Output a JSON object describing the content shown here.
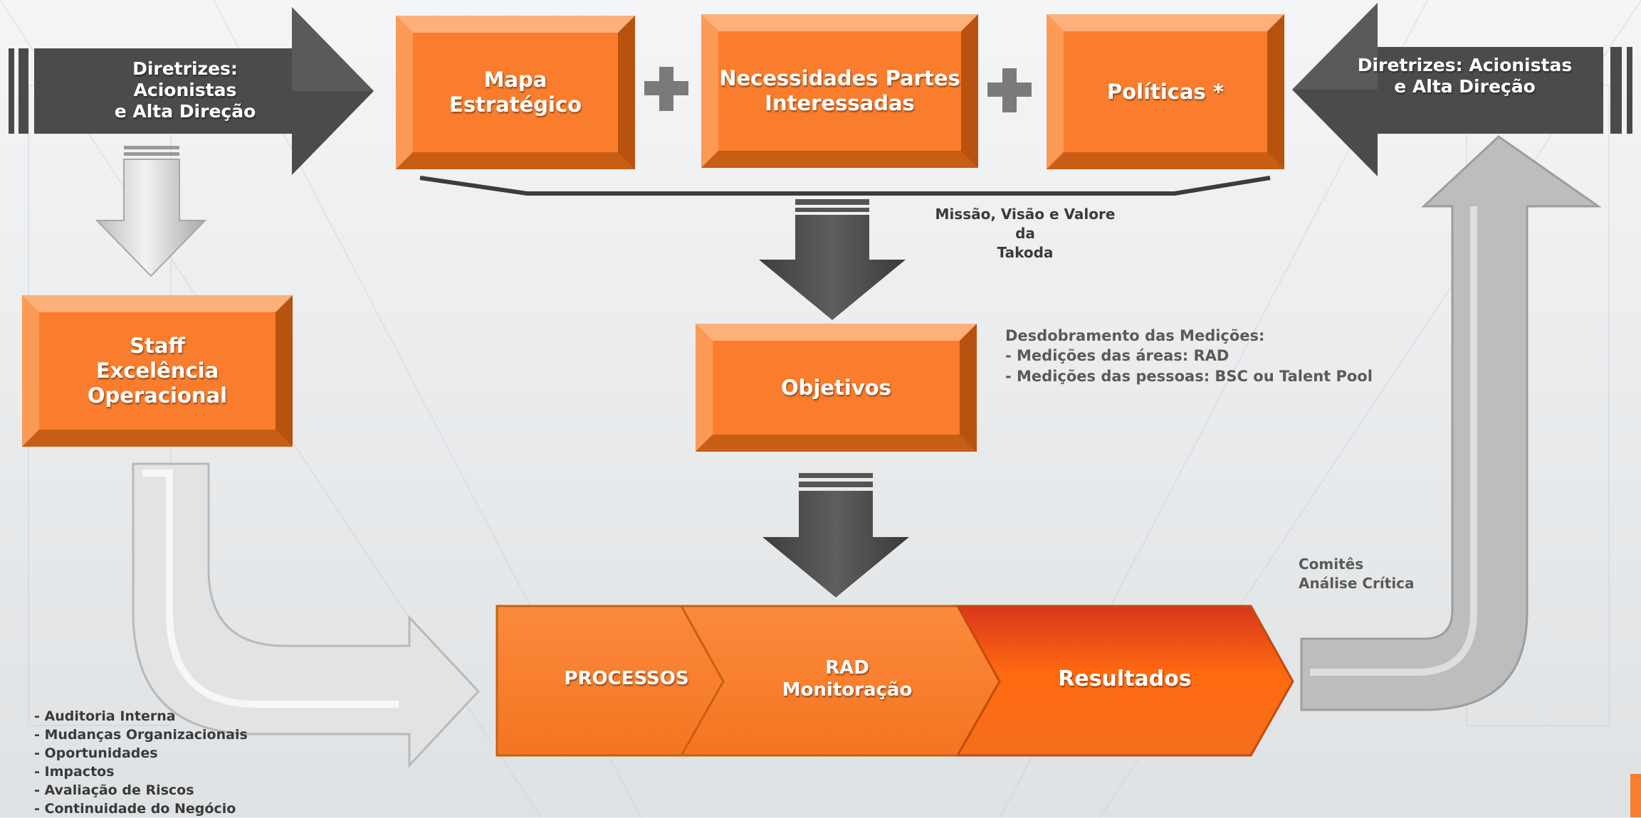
{
  "colors": {
    "orange": "#f97d2c",
    "orange_light": "#fdb07a",
    "orange_dark": "#b8520f",
    "red_orange": "#e8460a",
    "dark_gray": "#4a4a4a",
    "light_gray": "#cfcfcf",
    "text_gray": "#5a5a5a"
  },
  "top": {
    "left_arrow": {
      "line1": "Diretrizes: Acionistas",
      "line2": "e Alta Direção"
    },
    "right_arrow": {
      "line1": "Diretrizes: Acionistas",
      "line2": "e Alta Direção"
    },
    "mapa": {
      "line1": "Mapa",
      "line2": "Estratégico"
    },
    "necessidades": {
      "line1": "Necessidades Partes",
      "line2": "Interessadas"
    },
    "politicas": "Políticas *",
    "plus_symbol": "+"
  },
  "middle": {
    "missao": {
      "line1": "Missão, Visão e Valore da",
      "line2": "Takoda"
    },
    "objetivos": "Objetivos",
    "desdobramento": {
      "title": "Desdobramento das Medições:",
      "items": [
        "- Medições das áreas: RAD",
        "- Medições das pessoas: BSC ou Talent Pool"
      ]
    }
  },
  "staff": {
    "line1": "Staff",
    "line2": "Excelência",
    "line3": "Operacional"
  },
  "bottom": {
    "processos": "PROCESSOS",
    "rad": {
      "line1": "RAD",
      "line2": "Monitoração"
    },
    "resultados": "Resultados",
    "comites": {
      "line1": "Comitês",
      "line2": "Análise Crítica"
    }
  },
  "staff_inputs": [
    "Auditoria Interna",
    "Mudanças Organizacionais",
    "Oportunidades",
    "Impactos",
    "Avaliação de Riscos",
    "Continuidade do Negócio"
  ]
}
